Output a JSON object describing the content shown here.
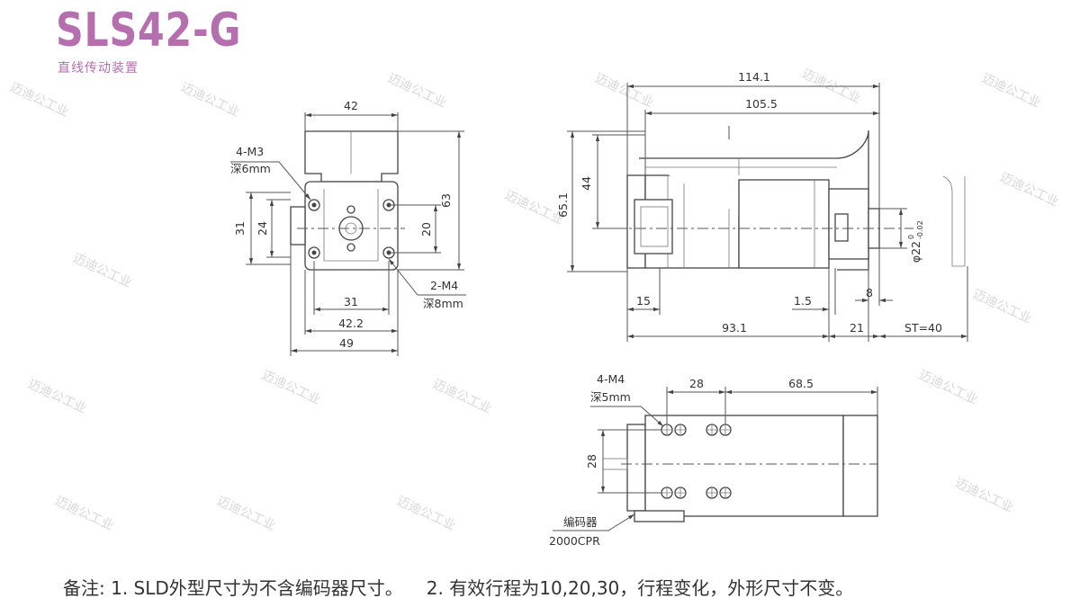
{
  "header": {
    "title": "SLS42-G",
    "subtitle": "直线传动装置"
  },
  "watermark": "迈迪公工业",
  "front_view": {
    "dim_top_width": "42",
    "dim_screw_label": "4-M3",
    "dim_screw_depth": "深6mm",
    "dim_height": "63",
    "dim_left_outer": "31",
    "dim_left_inner": "24",
    "dim_right_inner": "20",
    "dim_hole_label": "2-M4",
    "dim_hole_depth": "深8mm",
    "dim_bottom_31": "31",
    "dim_bottom_42_2": "42.2",
    "dim_bottom_49": "49"
  },
  "side_view": {
    "dim_total": "114.1",
    "dim_motor": "105.5",
    "dim_height_65": "65.1",
    "dim_height_44": "44",
    "dim_15": "15",
    "dim_1_5": "1.5",
    "dim_8": "8",
    "dim_93_1": "93.1",
    "dim_21": "21",
    "dim_stroke": "ST=40",
    "dim_shaft_dia": "φ22",
    "dim_shaft_tol_upper": "0",
    "dim_shaft_tol_lower": "-0.02"
  },
  "top_view": {
    "dim_screw_label": "4-M4",
    "dim_screw_depth": "深5mm",
    "dim_28_horiz": "28",
    "dim_68_5": "68.5",
    "dim_28_vert": "28",
    "encoder_label": "编码器",
    "encoder_cpr": "2000CPR"
  },
  "notes": {
    "note_1": "备注: 1. SLD外型尺寸为不含编码器尺寸。",
    "note_2": "2. 有效行程为10,20,30，行程变化，外形尺寸不变。"
  }
}
